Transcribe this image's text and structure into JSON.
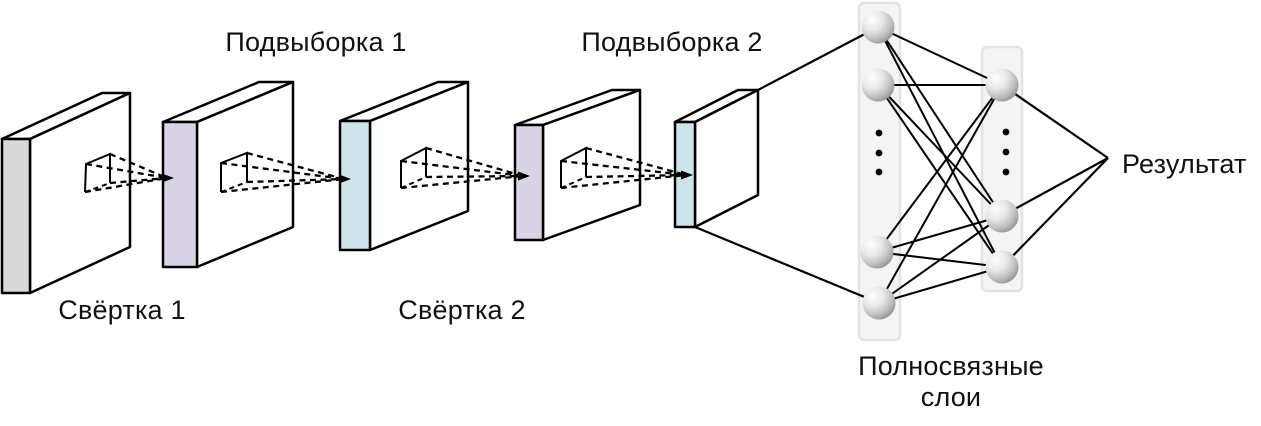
{
  "labels": {
    "subsampling1": "Подвыборка 1",
    "subsampling2": "Подвыборка 2",
    "conv1": "Свёртка 1",
    "conv2": "Свёртка 2",
    "fc_line1": "Полносвязные",
    "fc_line2": "слои",
    "result": "Результат"
  },
  "colors": {
    "gray_strip": "#d9d9d9",
    "lavender_strip": "#dad3e8",
    "cyan_strip": "#cde4eb",
    "slab_face": "#ffffff",
    "outline": "#000000",
    "panel_fill": "#f4f4f4",
    "panel_border": "#e3e3e3",
    "text": "#111111"
  },
  "network": {
    "slabs": [
      {
        "id": "input-map",
        "strip_color": "gray"
      },
      {
        "id": "feature-map-1",
        "strip_color": "lavender"
      },
      {
        "id": "feature-map-2",
        "strip_color": "cyan"
      },
      {
        "id": "feature-map-3",
        "strip_color": "lavender"
      },
      {
        "id": "feature-map-4",
        "strip_color": "cyan"
      }
    ],
    "fc_layer1_visible_neurons": 4,
    "fc_layer2_visible_neurons": 3,
    "fc_layers_have_ellipsis": true,
    "fc_connection": "fully-connected",
    "output_lines": 3
  }
}
